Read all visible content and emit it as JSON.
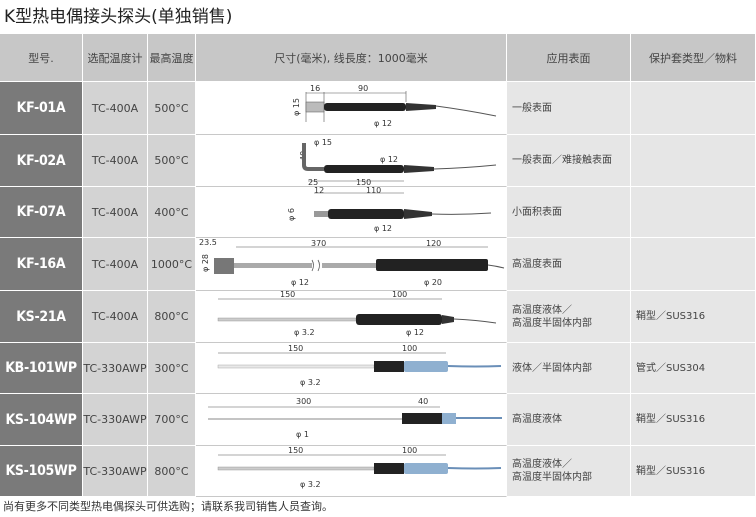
{
  "title": "K型热电偶接头探头(单独销售)",
  "header": {
    "model": "型号.",
    "meter": "选配温度计",
    "max_temp": "最高温度",
    "dims": "尺寸(毫米), 线長度：1000毫米",
    "application": "应用表面",
    "sheath": "保护套类型／物料"
  },
  "rows": [
    {
      "model": "KF-01A",
      "meter": "TC-400A",
      "max_temp": "500°C",
      "app1": "一般表面",
      "app2": "",
      "sheath": "",
      "dims": {
        "a": "16",
        "b": "90",
        "c": "φ 15",
        "d": "φ 12"
      }
    },
    {
      "model": "KF-02A",
      "meter": "TC-400A",
      "max_temp": "500°C",
      "app1": "一般表面／难接触表面",
      "app2": "",
      "sheath": "",
      "dims": {
        "a": "φ 15",
        "b": "40",
        "c": "φ 12",
        "d": "25",
        "e": "150"
      }
    },
    {
      "model": "KF-07A",
      "meter": "TC-400A",
      "max_temp": "400°C",
      "app1": "小面积表面",
      "app2": "",
      "sheath": "",
      "dims": {
        "a": "12",
        "b": "110",
        "c": "φ 6",
        "d": "φ 12"
      }
    },
    {
      "model": "KF-16A",
      "meter": "TC-400A",
      "max_temp": "1000°C",
      "app1": "高温度表面",
      "app2": "",
      "sheath": "",
      "dims": {
        "a": "23.5",
        "b": "370",
        "c": "120",
        "d": "φ 28",
        "e": "φ 12",
        "f": "φ 20"
      }
    },
    {
      "model": "KS-21A",
      "meter": "TC-400A",
      "max_temp": "800°C",
      "app1": "高温度液体／",
      "app2": "高温度半固体内部",
      "sheath": "鞘型／SUS316",
      "dims": {
        "a": "150",
        "b": "100",
        "c": "φ 3.2",
        "d": "φ 12"
      }
    },
    {
      "model": "KB-101WP",
      "meter": "TC-330AWP",
      "max_temp": "300°C",
      "app1": "液体／半固体内部",
      "app2": "",
      "sheath": "管式／SUS304",
      "dims": {
        "a": "150",
        "b": "100",
        "c": "φ 3.2"
      }
    },
    {
      "model": "KS-104WP",
      "meter": "TC-330AWP",
      "max_temp": "700°C",
      "app1": "高温度液体",
      "app2": "",
      "sheath": "鞘型／SUS316",
      "dims": {
        "a": "300",
        "b": "40",
        "c": "φ 1"
      }
    },
    {
      "model": "KS-105WP",
      "meter": "TC-330AWP",
      "max_temp": "800°C",
      "app1": "高温度液体／",
      "app2": "高温度半固体内部",
      "sheath": "鞘型／SUS316",
      "dims": {
        "a": "150",
        "b": "100",
        "c": "φ 3.2"
      }
    }
  ],
  "footer": "尚有更多不同类型热电偶探头可供选购；请联系我司销售人员查询。"
}
